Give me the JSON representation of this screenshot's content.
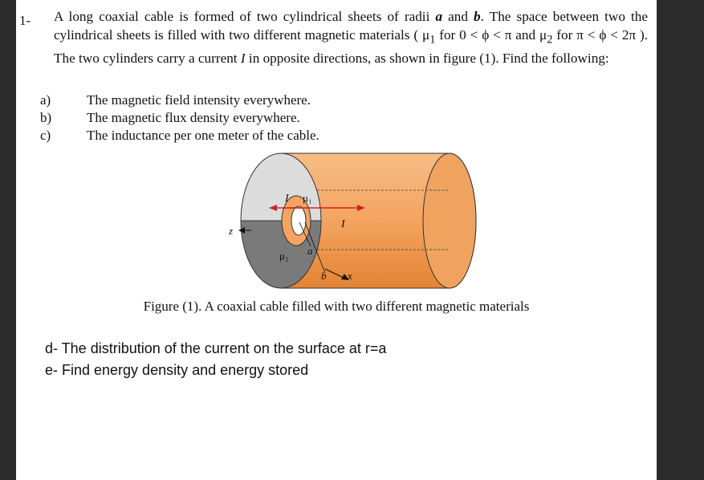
{
  "problem": {
    "number": "1-",
    "text_1": "A long coaxial cable is formed of two cylindrical sheets of radii ",
    "radius_a": "a",
    "text_and": " and ",
    "radius_b": "b",
    "text_2": ". The space between two the cylindrical sheets is filled with two different magnetic materials ( μ",
    "sub_1": "1",
    "text_3": " for  0 < ϕ < π  and  μ",
    "sub_2": "2",
    "text_4": " for π < ϕ < 2π ). The two cylinders carry a current ",
    "current": "I",
    "text_5": " in opposite directions, as shown in figure (1). Find the following:"
  },
  "items": [
    {
      "label": "a)",
      "text": "The magnetic field intensity everywhere."
    },
    {
      "label": "b)",
      "text": "The magnetic flux density everywhere."
    },
    {
      "label": "c)",
      "text": "The inductance per one meter of the cable."
    }
  ],
  "figure": {
    "label_I_top": "I",
    "label_mu1": "μ₁",
    "label_I_mid": "I",
    "label_z": "z",
    "label_mu2": "μ₂",
    "label_a": "a",
    "label_b": "b",
    "label_x": "x",
    "colors": {
      "cable": "#f4a460",
      "cable_dark": "#e8873a",
      "mu1_region": "#dcdcdc",
      "mu2_region": "#7a7a7a",
      "arrow": "#d62020"
    }
  },
  "caption": "Figure (1). A coaxial cable filled with two different magnetic materials",
  "extra": [
    "d- The distribution of the current on the surface at r=a",
    "e- Find energy density and energy stored"
  ]
}
